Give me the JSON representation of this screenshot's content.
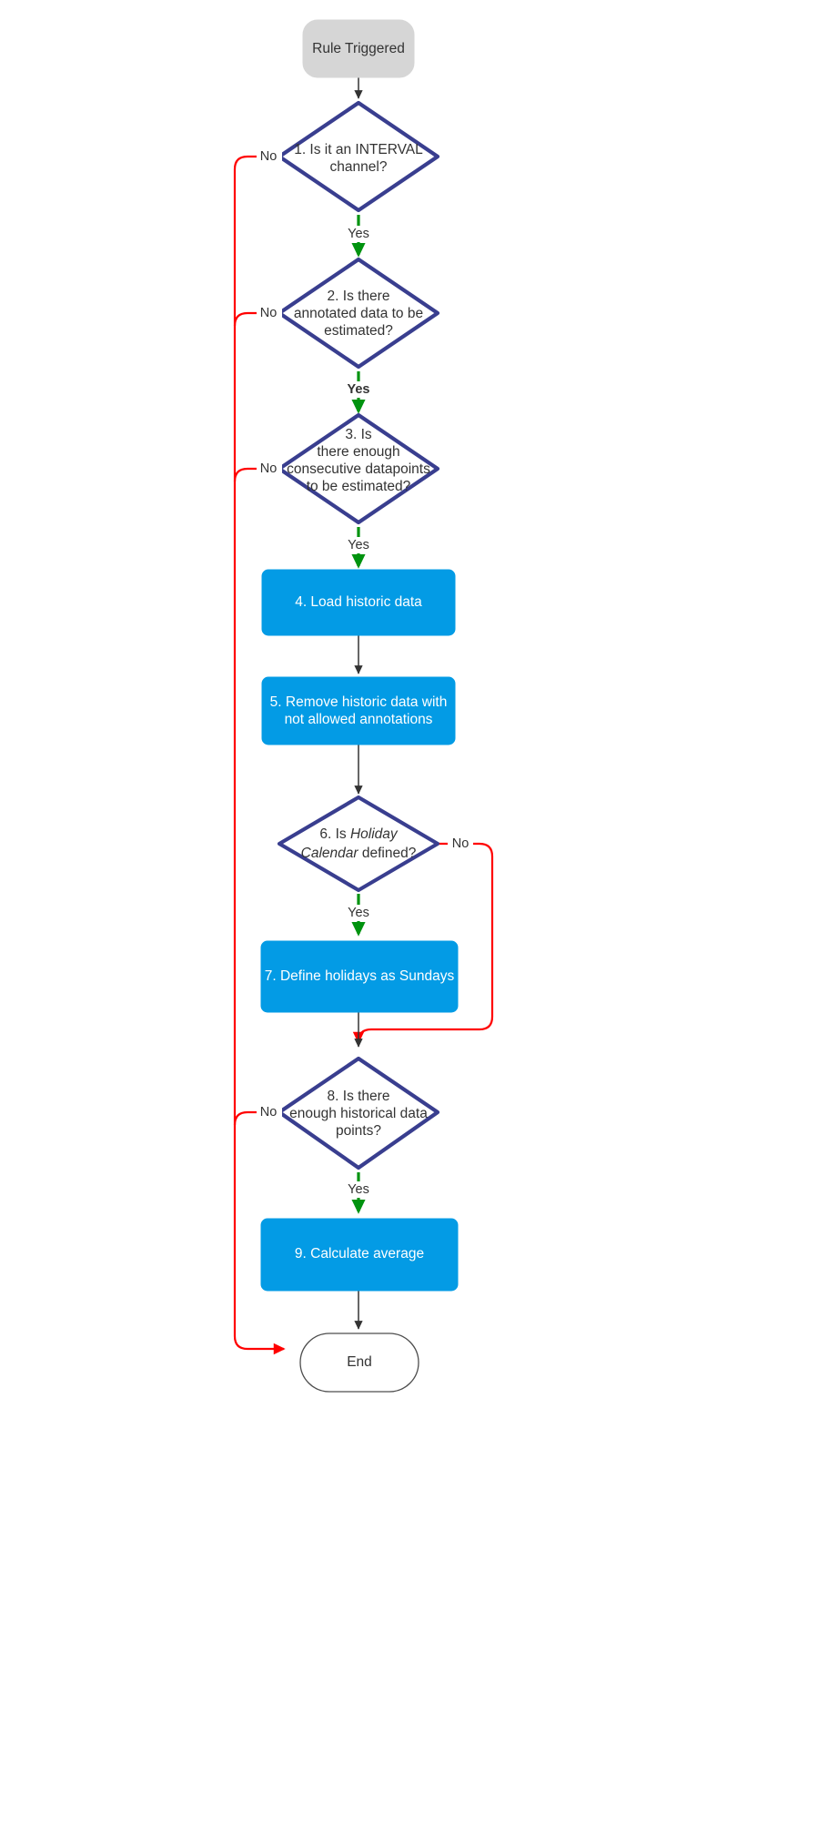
{
  "diagram": {
    "type": "flowchart",
    "title": "Rule Triggered estimation flowchart",
    "colors": {
      "start_fill": "#d6d6d6",
      "process_fill": "#039BE5",
      "decision_stroke": "#393E8F",
      "decision_fill": "#ffffff",
      "end_fill": "#ffffff",
      "yes_edge": "#00930F",
      "no_edge": "#FF0000",
      "plain_edge": "#333333",
      "text_dark": "#333333",
      "text_on_process": "#ffffff"
    },
    "nodes": {
      "start": {
        "id": "start",
        "shape": "stadium",
        "label": "Rule Triggered"
      },
      "d1": {
        "id": "d1",
        "shape": "diamond",
        "label": "1. Is it an INTERVAL channel?",
        "lines": [
          "1. Is it an INTERVAL",
          "channel?"
        ]
      },
      "d2": {
        "id": "d2",
        "shape": "diamond",
        "label": "2. Is there annotated data to be estimated?",
        "lines": [
          "2. Is there",
          "annotated data to be",
          "estimated?"
        ]
      },
      "d3": {
        "id": "d3",
        "shape": "diamond",
        "label": "3. Is there enough consecutive datapoints to be estimated?",
        "lines": [
          "3. Is",
          "there enough",
          "consecutive datapoints",
          "to be estimated?"
        ]
      },
      "p4": {
        "id": "p4",
        "shape": "rect",
        "label": "4. Load historic data",
        "lines": [
          "4. Load historic data"
        ]
      },
      "p5": {
        "id": "p5",
        "shape": "rect",
        "label": "5. Remove historic data with not allowed annotations",
        "lines": [
          "5. Remove historic data with",
          "not allowed annotations"
        ]
      },
      "d6": {
        "id": "d6",
        "shape": "diamond",
        "label": "6. Is Holiday Calendar defined?",
        "lines": [
          "6. Is Holiday",
          "Calendar defined?"
        ],
        "italic_phrase": "Holiday Calendar"
      },
      "p7": {
        "id": "p7",
        "shape": "rect",
        "label": "7. Define holidays as Sundays",
        "lines": [
          "7. Define holidays as Sundays"
        ]
      },
      "d8": {
        "id": "d8",
        "shape": "diamond",
        "label": "8. Is there enough historical data points?",
        "lines": [
          "8. Is there",
          "enough historical data",
          "points?"
        ]
      },
      "p9": {
        "id": "p9",
        "shape": "rect",
        "label": "9. Calculate average",
        "lines": [
          "9. Calculate average"
        ]
      },
      "end": {
        "id": "end",
        "shape": "stadium",
        "label": "End"
      }
    },
    "edges": [
      {
        "from": "start",
        "to": "d1",
        "label": "",
        "kind": "plain"
      },
      {
        "from": "d1",
        "to": "d2",
        "label": "Yes",
        "kind": "yes"
      },
      {
        "from": "d1",
        "to": "end",
        "label": "No",
        "kind": "no"
      },
      {
        "from": "d2",
        "to": "d3",
        "label": "Yes",
        "kind": "yes",
        "bold": true
      },
      {
        "from": "d2",
        "to": "end",
        "label": "No",
        "kind": "no"
      },
      {
        "from": "d3",
        "to": "p4",
        "label": "Yes",
        "kind": "yes"
      },
      {
        "from": "d3",
        "to": "end",
        "label": "No",
        "kind": "no"
      },
      {
        "from": "p4",
        "to": "p5",
        "label": "",
        "kind": "plain"
      },
      {
        "from": "p5",
        "to": "d6",
        "label": "",
        "kind": "plain"
      },
      {
        "from": "d6",
        "to": "p7",
        "label": "Yes",
        "kind": "yes"
      },
      {
        "from": "d6",
        "to": "d8",
        "label": "No",
        "kind": "no"
      },
      {
        "from": "p7",
        "to": "d8",
        "label": "",
        "kind": "plain"
      },
      {
        "from": "d8",
        "to": "p9",
        "label": "Yes",
        "kind": "yes"
      },
      {
        "from": "d8",
        "to": "end",
        "label": "No",
        "kind": "no"
      },
      {
        "from": "p9",
        "to": "end",
        "label": "",
        "kind": "plain"
      }
    ],
    "edge_labels": {
      "yes": "Yes",
      "no": "No",
      "d1_no": "No",
      "d1_yes": "Yes",
      "d2_no": "No",
      "d2_yes": "Yes",
      "d3_no": "No",
      "d3_yes": "Yes",
      "d6_no": "No",
      "d6_yes": "Yes",
      "d8_no": "No",
      "d8_yes": "Yes"
    }
  }
}
